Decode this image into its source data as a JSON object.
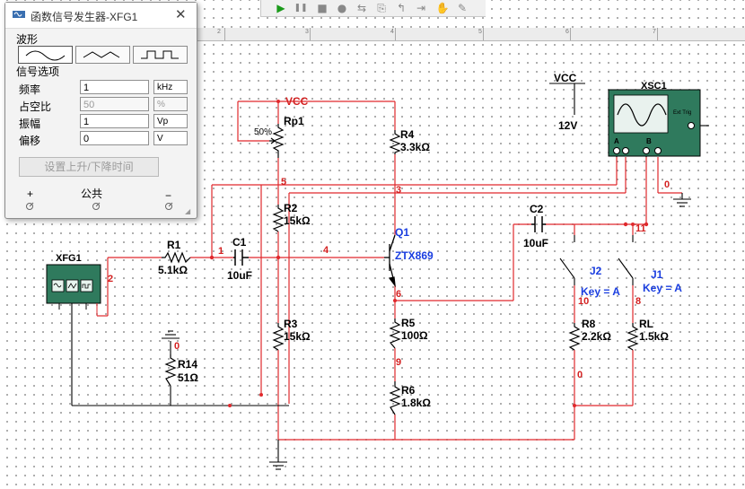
{
  "dialog": {
    "title": "函数信号发生器-XFG1",
    "waveform_group": "波形",
    "waveforms": [
      "sine",
      "triangle",
      "square"
    ],
    "selected_waveform": "sine",
    "signal_group": "信号选项",
    "rows": [
      {
        "label": "频率",
        "value": "1",
        "unit": "kHz",
        "enabled": true
      },
      {
        "label": "占空比",
        "value": "50",
        "unit": "%",
        "enabled": false
      },
      {
        "label": "振幅",
        "value": "1",
        "unit": "Vp",
        "enabled": true
      },
      {
        "label": "偏移",
        "value": "0",
        "unit": "V",
        "enabled": true
      }
    ],
    "rise_fall_button": "设置上升/下降时间",
    "terminals": {
      "plus": "+",
      "common": "公共",
      "minus": "−"
    }
  },
  "toolbar": {
    "icons": [
      "run-icon",
      "pause-icon",
      "stop-icon",
      "record-icon",
      "probe-icon",
      "probe2-icon",
      "probe3-icon",
      "probe4-icon",
      "hand-icon",
      "tool-icon"
    ],
    "run_symbol": "▶",
    "pause_symbol": "❚❚",
    "stop_symbol": "■",
    "record_symbol": "●"
  },
  "ruler": {
    "ticks": [
      "2",
      "3",
      "4",
      "5",
      "6",
      "7"
    ]
  },
  "schematic": {
    "vcc_label": "VCC",
    "vcc_source": {
      "name": "VCC",
      "voltage": "12V"
    },
    "potentiometer": {
      "ref": "Rp1",
      "setting": "50%"
    },
    "resistors": [
      {
        "ref": "R4",
        "value": "3.3kΩ"
      },
      {
        "ref": "R2",
        "value": "15kΩ"
      },
      {
        "ref": "R3",
        "value": "15kΩ"
      },
      {
        "ref": "R1",
        "value": "5.1kΩ"
      },
      {
        "ref": "R5",
        "value": "100Ω"
      },
      {
        "ref": "R6",
        "value": "1.8kΩ"
      },
      {
        "ref": "R14",
        "value": "51Ω"
      },
      {
        "ref": "R8",
        "value": "2.2kΩ"
      },
      {
        "ref": "RL",
        "value": "1.5kΩ"
      }
    ],
    "capacitors": [
      {
        "ref": "C1",
        "value": "10uF"
      },
      {
        "ref": "C2",
        "value": "10uF"
      }
    ],
    "transistor": {
      "ref": "Q1",
      "model": "ZTX869"
    },
    "switches": [
      {
        "ref": "J2",
        "key": "Key = A"
      },
      {
        "ref": "J1",
        "key": "Key = A"
      }
    ],
    "instruments": {
      "generator": "XFG1",
      "scope": "XSC1",
      "scope_ch_a": "A",
      "scope_ch_b": "B",
      "scope_trig": "Ext Trig"
    },
    "nets": [
      "0",
      "1",
      "2",
      "3",
      "4",
      "5",
      "6",
      "8",
      "9",
      "10",
      "11"
    ]
  }
}
